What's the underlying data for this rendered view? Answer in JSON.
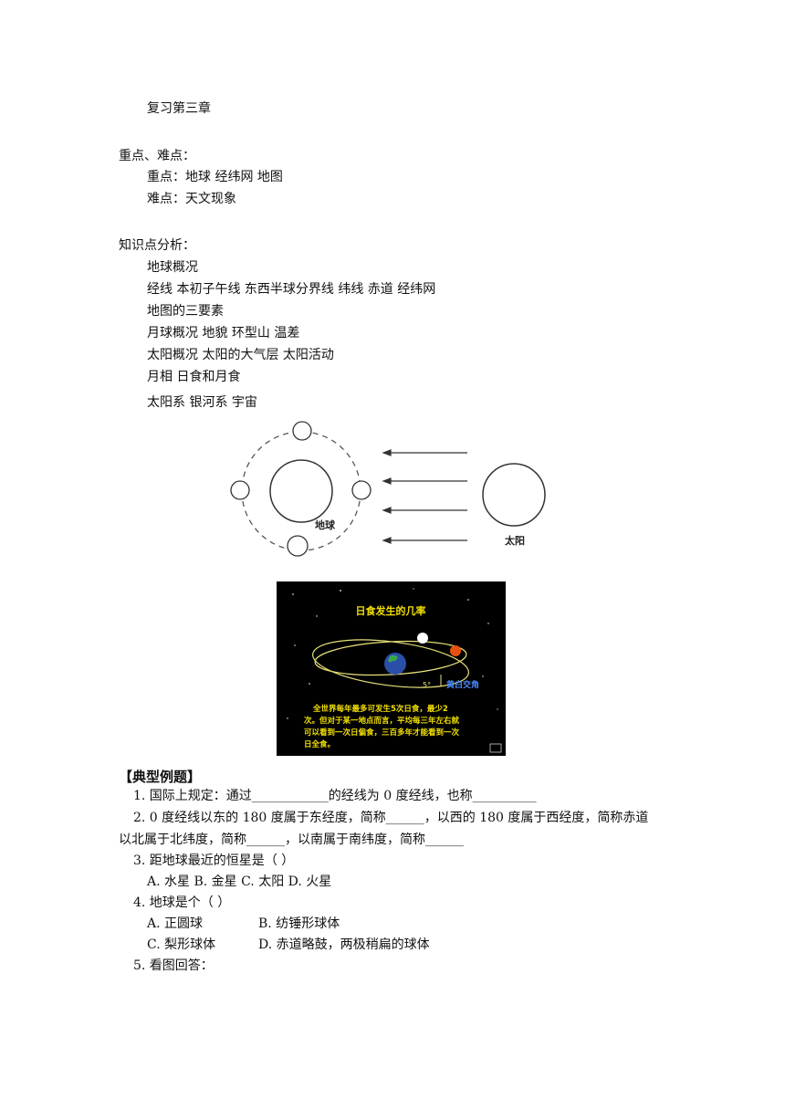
{
  "title": "复习第三章",
  "key_points": {
    "heading": "重点、难点：",
    "focus": "重点：地球  经纬网  地图",
    "difficulty": "难点：天文现象"
  },
  "knowledge": {
    "heading": "知识点分析：",
    "items": [
      "地球概况",
      "经线  本初子午线  东西半球分界线  纬线  赤道  经纬网",
      "地图的三要素",
      "月球概况  地貌  环型山  温差",
      "太阳概况  太阳的大气层  太阳活动",
      "月相  日食和月食",
      "太阳系  银河系  宇宙"
    ]
  },
  "diagram": {
    "earth_label": "地球",
    "sun_label": "太阳"
  },
  "eclipse_figure": {
    "title": "日食发生的几率",
    "angle_label": "5°",
    "intersect_label": "黄白交角",
    "caption_lines": [
      "全世界每年最多可发生5次日食，最少2",
      "次。但对于某一地点而言，平均每三年左右就",
      "可以看到一次日偏食，三百多年才能看到一次",
      "日全食。"
    ],
    "colors": {
      "background": "#000000",
      "text": "#f2e000",
      "orbit": "#e8e07a",
      "sun": "#e85010",
      "moon": "#ffffff",
      "earth": "#2a4fa8",
      "label": "#4a8cff"
    }
  },
  "examples": {
    "heading": "【典型例题】",
    "q1": "1.  国际上规定：通过____________的经线为 0 度经线，也称__________",
    "q2_line1": "2. 0 度经线以东的 180 度属于东经度，简称______，以西的 180 度属于西经度，简称赤道",
    "q2_line2": "以北属于北纬度，简称______，以南属于南纬度，简称______",
    "q3": "3.  距地球最近的恒星是（      ）",
    "q3_options": "A.  水星     B.  金星    C.  太阳     D.  火星",
    "q4": "4.  地球是个（      ）",
    "q4_opt_a": "A.  正圆球",
    "q4_opt_b": "B.  纺锤形球体",
    "q4_opt_c": "C.  梨形球体",
    "q4_opt_d": "D.  赤道略鼓，两极稍扁的球体",
    "q5": "5.  看图回答："
  }
}
